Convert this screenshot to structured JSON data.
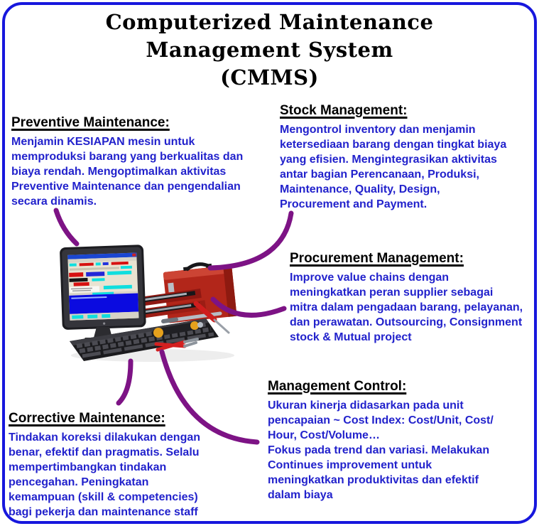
{
  "colors": {
    "border": "#1717dd",
    "title_text": "#000000",
    "heading_text": "#000000",
    "body_text": "#2222cc",
    "connector": "#7d1385",
    "toolbox_red": "#b2261a",
    "screen_blue": "#0b0be0"
  },
  "title": {
    "line1": "Computerized Maintenance",
    "line2": "Management System",
    "line3": "(CMMS)"
  },
  "blocks": {
    "preventive": {
      "heading": "Preventive Maintenance:",
      "body": "Menjamin KESIAPAN mesin untuk\nmemproduksi barang yang berkualitas dan\nbiaya rendah. Mengoptimalkan aktivitas\nPreventive Maintenance dan pengendalian\nsecara dinamis."
    },
    "stock": {
      "heading": "Stock Management:",
      "body": "Mengontrol inventory dan menjamin\nketersediaan barang dengan tingkat biaya\nyang efisien. Mengintegrasikan aktivitas\nantar bagian Perencanaan, Produksi,\nMaintenance, Quality, Design,\nProcurement and Payment."
    },
    "procurement": {
      "heading": "Procurement Management:",
      "body": "Improve value chains dengan\nmeningkatkan peran supplier sebagai\nmitra dalam pengadaan barang, pelayanan,\ndan perawatan. Outsourcing, Consignment\nstock & Mutual project"
    },
    "management_control": {
      "heading": "Management Control:",
      "body": "Ukuran kinerja didasarkan pada unit\npencapaian ~ Cost Index: Cost/Unit, Cost/\nHour, Cost/Volume…\nFokus pada trend dan variasi. Melakukan\nContinues improvement untuk\nmeningkatkan produktivitas dan efektif\ndalam biaya"
    },
    "corrective": {
      "heading": "Corrective Maintenance:",
      "body": "Tindakan koreksi dilakukan dengan\nbenar, efektif dan pragmatis. Selalu\nmempertimbangkan tindakan\npencegahan. Peningkatan\nkemampuan (skill & competencies)\nbagi pekerja dan maintenance staff"
    }
  }
}
